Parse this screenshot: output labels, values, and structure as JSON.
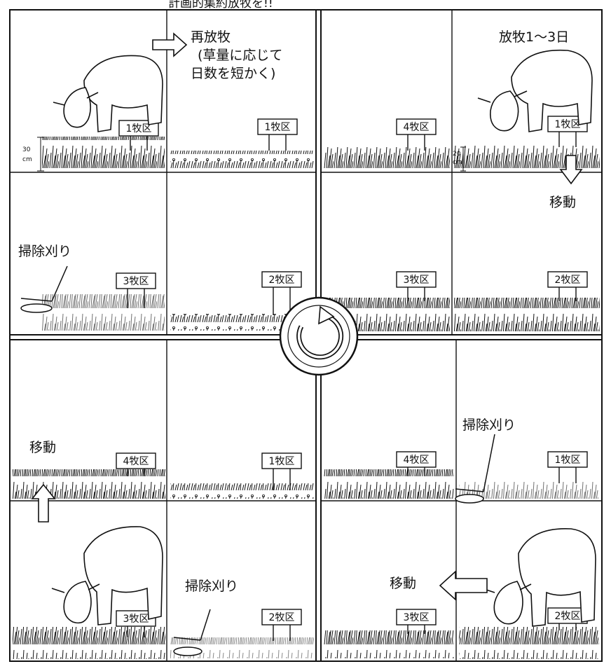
{
  "page_heading": "計画的集約放牧を!!",
  "annotations": {
    "regraze_title": "再放牧",
    "regraze_note_1": "(草量に応じて",
    "regraze_note_2": "日数を短かく)",
    "graze_days": "放牧1〜3日",
    "move_1": "移動",
    "move_2": "移動",
    "move_3": "移動",
    "mow_1": "掃除刈り",
    "mow_2": "掃除刈り",
    "mow_3": "掃除刈り"
  },
  "height_marks": {
    "h30_value": "30",
    "h30_unit": "cm",
    "h20_value": "20",
    "h20_unit": "cm"
  },
  "paddock_signs": {
    "tl_top_left": "1牧区",
    "tl_top_right": "1牧区",
    "tl_bottom_left": "3牧区",
    "tl_bottom_right": "2牧区",
    "tr_top_left": "4牧区",
    "tr_top_right": "1牧区",
    "tr_bottom_left": "3牧区",
    "tr_bottom_right": "2牧区",
    "bl_top_left": "4牧区",
    "bl_top_right": "1牧区",
    "bl_bottom_left": "3牧区",
    "bl_bottom_right": "2牧区",
    "br_top_left": "4牧区",
    "br_top_right": "1牧区",
    "br_bottom_left": "3牧区",
    "br_bottom_right": "2牧区"
  },
  "icons": {
    "cycle": "circular-rotation-arrow",
    "arrow": "outline-block-arrow",
    "cow": "grazing-cow-sketch",
    "mower": "brush-cutter"
  },
  "colors": {
    "ink": "#111111",
    "paper": "#ffffff"
  }
}
